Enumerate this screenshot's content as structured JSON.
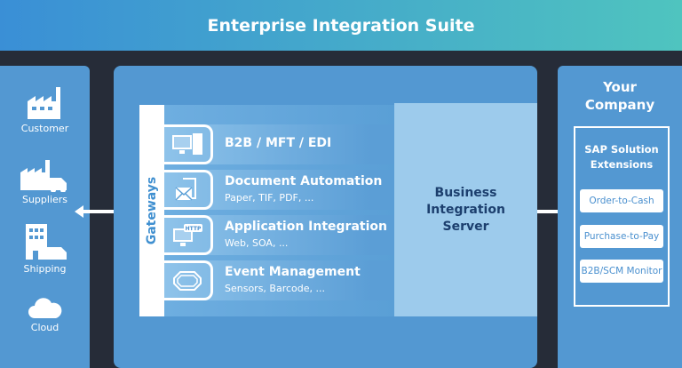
{
  "header": {
    "title": "Enterprise Integration Suite"
  },
  "sources": [
    {
      "label": "Customer",
      "icon": "factory-icon"
    },
    {
      "label": "Suppliers",
      "icon": "factory-truck-icon"
    },
    {
      "label": "Shipping",
      "icon": "building-truck-icon"
    },
    {
      "label": "Cloud",
      "icon": "cloud-icon"
    }
  ],
  "gateways": {
    "label": "Gateways"
  },
  "channels": [
    {
      "title": "B2B / MFT / EDI",
      "subtitle": "",
      "icon": "computer-server-icon"
    },
    {
      "title": "Document Automation",
      "subtitle": "Paper, TIF, PDF, ...",
      "icon": "mail-document-icon"
    },
    {
      "title": "Application Integration",
      "subtitle": "Web, SOA, ...",
      "icon": "http-monitor-icon"
    },
    {
      "title": "Event Management",
      "subtitle": "Sensors, Barcode, ...",
      "icon": "track-icon"
    }
  ],
  "server": {
    "line1": "Business",
    "line2": "Integration",
    "line3": "Server"
  },
  "company": {
    "line1": "Your",
    "line2": "Company",
    "ext_line1": "SAP Solution",
    "ext_line2": "Extensions",
    "buttons": [
      "Order-to-Cash",
      "Purchase-to-Pay",
      "B2B/SCM Monitor"
    ]
  },
  "colors": {
    "background": "#262c38",
    "panel": "#5398d2",
    "server": "#9dcbec"
  }
}
